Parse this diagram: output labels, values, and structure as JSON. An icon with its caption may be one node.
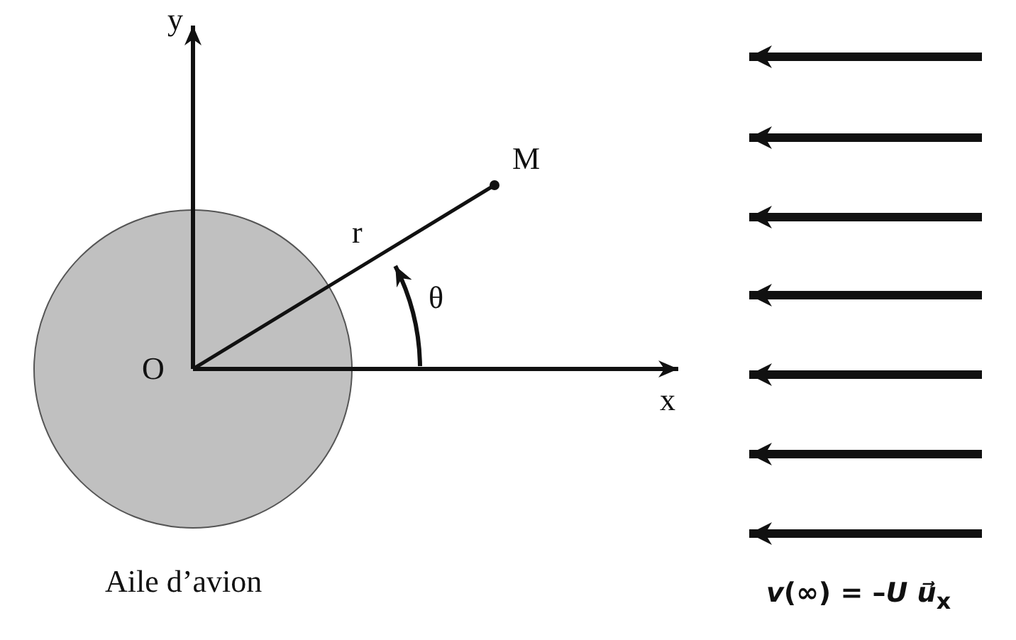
{
  "diagram": {
    "nodes": [
      {
        "text": [
          "O"
        ]
      },
      {
        "text": [
          "M"
        ]
      }
    ],
    "edges": [
      {
        "from": 0,
        "to": 1,
        "arrow": "none",
        "label": "r"
      }
    ],
    "labels": [
      "y",
      "x",
      "θ",
      "Aile d’avion",
      "*v*(∞) = –*U* *u⃗*$_{x}$"
    ]
  }
}
